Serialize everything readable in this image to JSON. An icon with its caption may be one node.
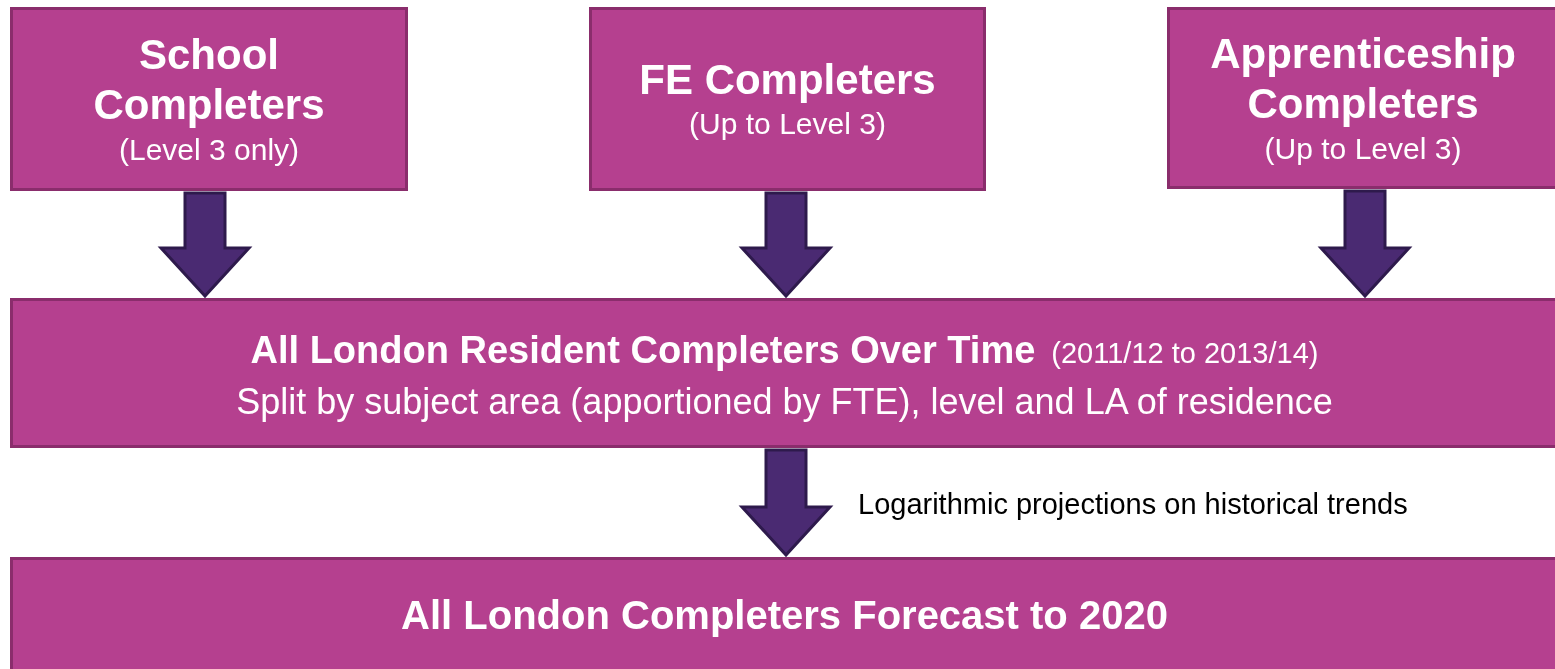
{
  "diagram": {
    "nodes": [
      {
        "text": [
          "School Completers",
          "(Level 3 only)"
        ]
      },
      {
        "text": [
          "FE Completers",
          "(Up to Level 3)"
        ]
      },
      {
        "text": [
          "Apprenticeship Completers",
          "(Up to Level 3)"
        ]
      },
      {
        "text": [
          "All London Resident Completers Over Time",
          "(2011/12 to 2013/14)",
          "Split by subject area (apportioned by FTE), level and LA of residence"
        ]
      },
      {
        "text": [
          "All London Completers Forecast to 2020"
        ]
      }
    ],
    "edges": [
      {
        "from": 0,
        "to": 3,
        "arrow": "to"
      },
      {
        "from": 1,
        "to": 3,
        "arrow": "to"
      },
      {
        "from": 2,
        "to": 3,
        "arrow": "to"
      },
      {
        "from": 3,
        "to": 4,
        "arrow": "to",
        "label": "Logarithmic projections on historical trends"
      }
    ]
  }
}
